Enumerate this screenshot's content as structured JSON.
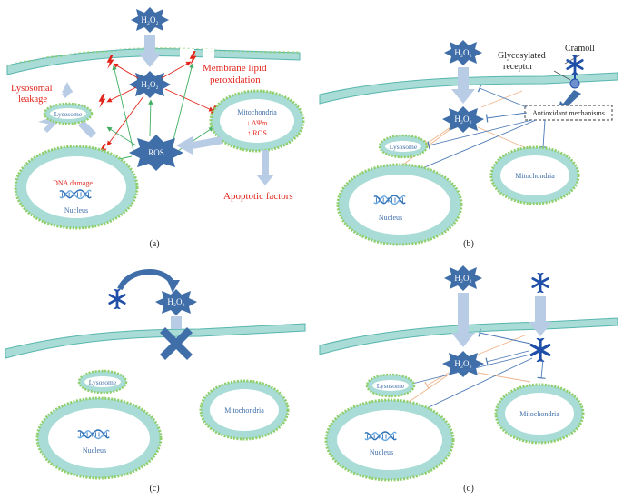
{
  "colors": {
    "membrane_fill": "#a9dcd6",
    "membrane_stroke": "#57b6ae",
    "bead": "#8fcf6a",
    "star_fill": "#3f6ea8",
    "arrow_block": "#b9cce6",
    "red": "#e2231a",
    "green": "#3fae5f",
    "blue_line": "#4a78b5",
    "orange_line": "#efb58c",
    "dna": "#2d6fb5"
  },
  "icons": [
    "lightning-icon",
    "dna-helix-icon",
    "cramoll-lectin-icon",
    "h2o2-star-icon",
    "ros-star-icon",
    "block-x-icon"
  ],
  "panel_a": {
    "caption": "(a)",
    "h2o2_top": "H₂O₂",
    "h2o2_center": "H₂O₂",
    "membrane_lipid": "Membrane lipid",
    "peroxidation": "peroxidation",
    "lysosomal": "Lysosomal",
    "leakage": "leakage",
    "lysosome": "Lysosome",
    "mitochondria": "Mitochondria",
    "delta_psi": "↓ ΔΨm",
    "ros_up": "↑ ROS",
    "ros": "ROS",
    "dna_damage": "DNA damage",
    "nucleus": "Nucleus",
    "apoptotic": "Apoptotic factors"
  },
  "panel_b": {
    "caption": "(b)",
    "h2o2_top": "H₂O₂",
    "h2o2_center": "H₂O₂",
    "glycosylated": "Glycosylated",
    "receptor": "receptor",
    "cramoll": "Cramoll",
    "antioxidant": "Antioxidant mechanisms",
    "lysosome": "Lysosome",
    "mitochondria": "Mitochondria",
    "nucleus": "Nucleus"
  },
  "panel_c": {
    "caption": "(c)",
    "h2o2": "H₂O₂",
    "lysosome": "Lysosome",
    "mitochondria": "Mitochondria",
    "nucleus": "Nucleus"
  },
  "panel_d": {
    "caption": "(d)",
    "h2o2_top": "H₂O₂",
    "h2o2_center": "H₂O₂",
    "lysosome": "Lysosome",
    "mitochondria": "Mitochondria",
    "nucleus": "Nucleus"
  }
}
